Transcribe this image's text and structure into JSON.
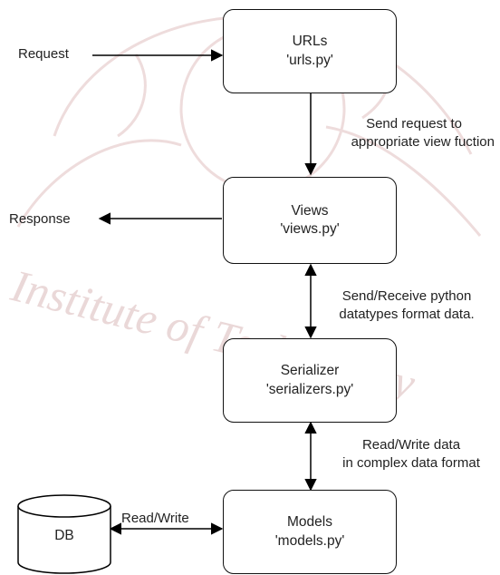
{
  "nodes": {
    "urls": {
      "title": "URLs",
      "file": "'urls.py'"
    },
    "views": {
      "title": "Views",
      "file": "'views.py'"
    },
    "serializer": {
      "title": "Serializer",
      "file": "'serializers.py'"
    },
    "models": {
      "title": "Models",
      "file": "'models.py'"
    },
    "db": {
      "title": "DB"
    }
  },
  "edges": {
    "request": "Request",
    "response": "Response",
    "urls_to_views": [
      "Send request to",
      "appropriate view fuction"
    ],
    "views_serializer": [
      "Send/Receive python",
      "datatypes format data."
    ],
    "serializer_models": [
      "Read/Write data",
      "in complex data format"
    ],
    "db_models": "Read/Write"
  },
  "watermark": {
    "text": "Institute of Technology",
    "color": "#ead8d8"
  }
}
